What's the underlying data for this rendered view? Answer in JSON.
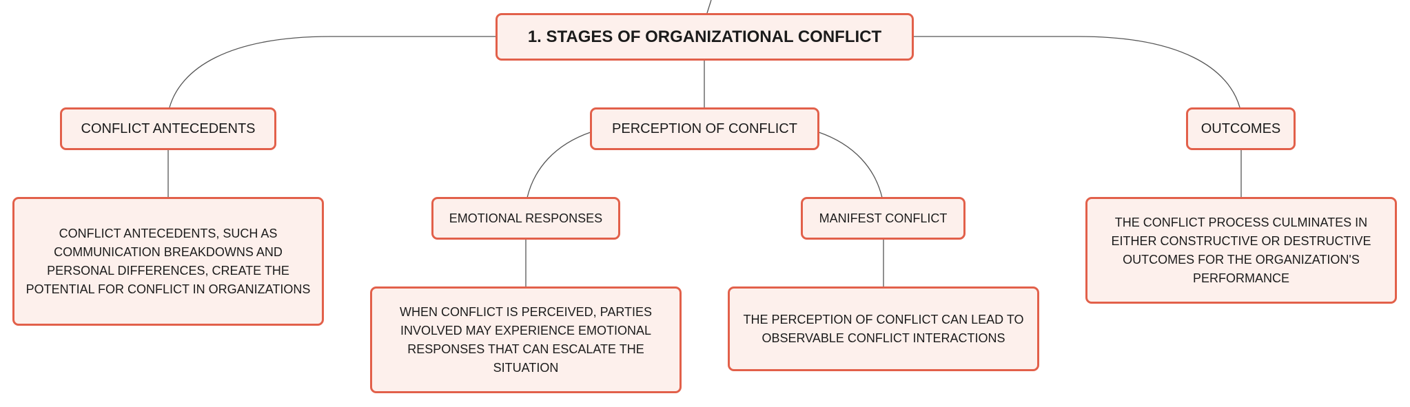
{
  "colors": {
    "node_border": "#e2604a",
    "node_fill": "#fdf0ec",
    "connector": "#555555"
  },
  "root": {
    "label": "1. STAGES OF ORGANIZATIONAL CONFLICT"
  },
  "antecedents": {
    "label": "CONFLICT ANTECEDENTS",
    "description": "CONFLICT ANTECEDENTS, SUCH AS COMMUNICATION BREAKDOWNS AND PERSONAL DIFFERENCES, CREATE THE POTENTIAL FOR CONFLICT IN ORGANIZATIONS"
  },
  "perception": {
    "label": "PERCEPTION OF CONFLICT",
    "emotional": {
      "label": "EMOTIONAL RESPONSES",
      "description": "WHEN CONFLICT IS PERCEIVED, PARTIES INVOLVED MAY EXPERIENCE EMOTIONAL RESPONSES THAT CAN ESCALATE THE SITUATION"
    },
    "manifest": {
      "label": "MANIFEST CONFLICT",
      "description": "THE PERCEPTION OF CONFLICT CAN LEAD TO OBSERVABLE CONFLICT INTERACTIONS"
    }
  },
  "outcomes": {
    "label": "OUTCOMES",
    "description": "THE CONFLICT PROCESS CULMINATES IN EITHER CONSTRUCTIVE OR DESTRUCTIVE OUTCOMES FOR THE ORGANIZATION'S PERFORMANCE"
  }
}
